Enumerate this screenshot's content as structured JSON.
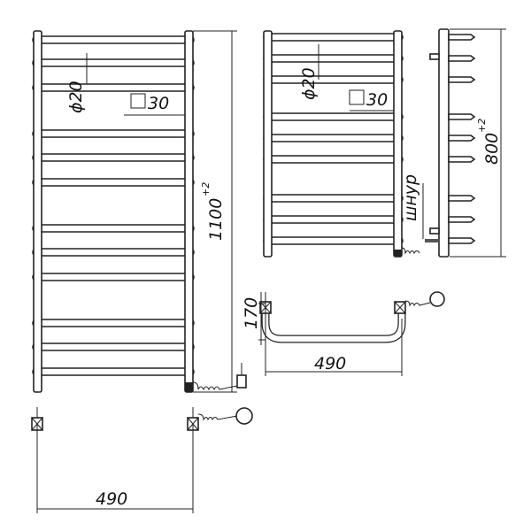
{
  "large_view": {
    "diameter_label": "ϕ20",
    "square_label": "30",
    "height_label": "1100",
    "height_tolerance": "+2",
    "rail_count": 12
  },
  "large_bottom_view": {
    "width_label": "490"
  },
  "small_view": {
    "diameter_label": "ϕ20",
    "square_label": "30",
    "rail_count": 9
  },
  "small_side_view": {
    "height_label": "800",
    "height_tolerance": "+2",
    "cord_label": "шнур"
  },
  "small_bottom_view": {
    "width_label": "490",
    "depth_label": "170"
  },
  "colors": {
    "line": "#222222",
    "background": "#ffffff"
  }
}
